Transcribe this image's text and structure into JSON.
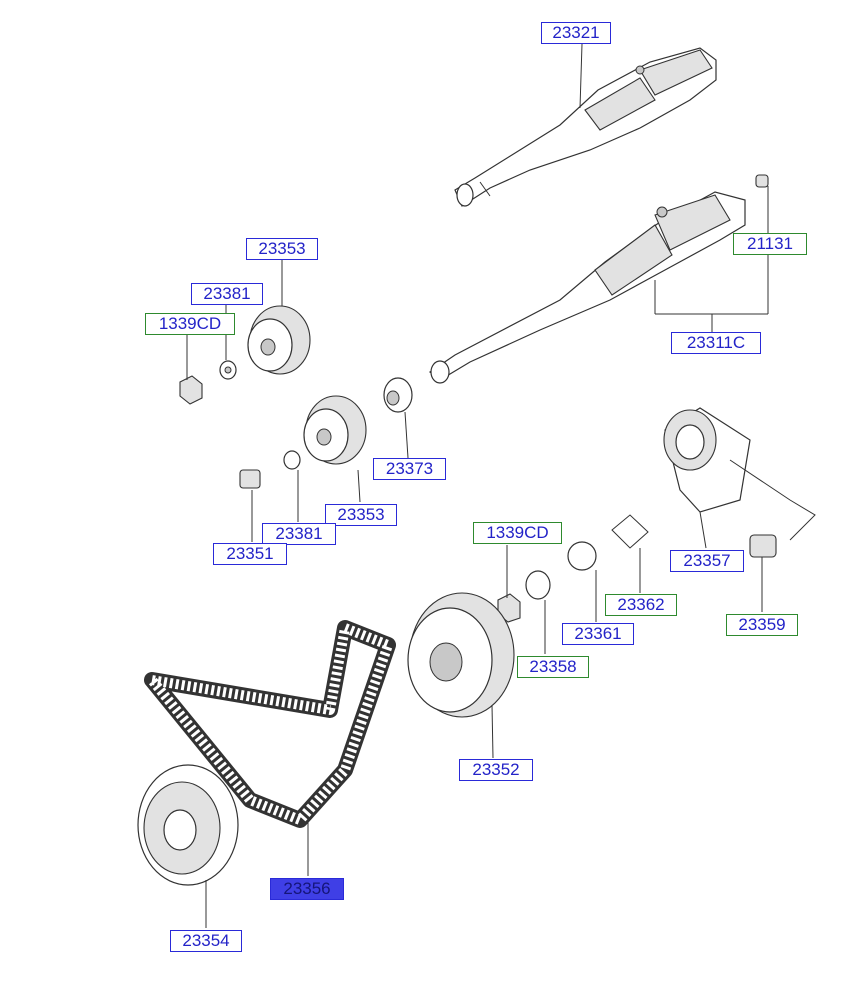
{
  "labels": [
    {
      "id": "l23321",
      "text": "23321",
      "style": "blue"
    },
    {
      "id": "l21131",
      "text": "21131",
      "style": "green"
    },
    {
      "id": "l23311c",
      "text": "23311C",
      "style": "blue"
    },
    {
      "id": "l23353a",
      "text": "23353",
      "style": "blue"
    },
    {
      "id": "l23381a",
      "text": "23381",
      "style": "blue"
    },
    {
      "id": "l1339cda",
      "text": "1339CD",
      "style": "green"
    },
    {
      "id": "l23373",
      "text": "23373",
      "style": "blue"
    },
    {
      "id": "l23353b",
      "text": "23353",
      "style": "blue"
    },
    {
      "id": "l23381b",
      "text": "23381",
      "style": "blue"
    },
    {
      "id": "l23351",
      "text": "23351",
      "style": "blue"
    },
    {
      "id": "l1339cdb",
      "text": "1339CD",
      "style": "green"
    },
    {
      "id": "l23357",
      "text": "23357",
      "style": "blue"
    },
    {
      "id": "l23362",
      "text": "23362",
      "style": "green"
    },
    {
      "id": "l23361",
      "text": "23361",
      "style": "blue"
    },
    {
      "id": "l23359",
      "text": "23359",
      "style": "green"
    },
    {
      "id": "l23358",
      "text": "23358",
      "style": "green"
    },
    {
      "id": "l23352",
      "text": "23352",
      "style": "blue"
    },
    {
      "id": "l23356",
      "text": "23356",
      "style": "selected"
    },
    {
      "id": "l23354",
      "text": "23354",
      "style": "blue"
    }
  ]
}
